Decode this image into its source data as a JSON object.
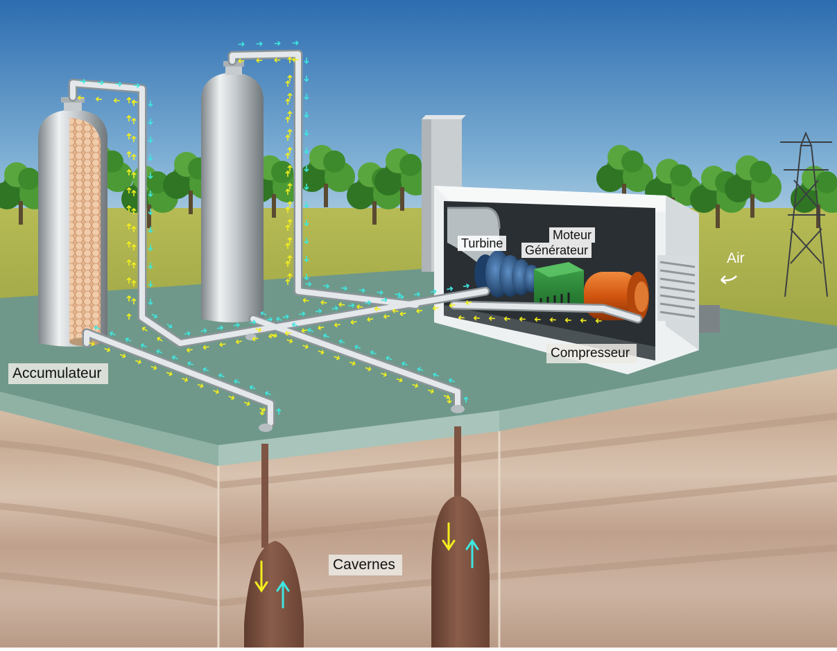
{
  "labels": {
    "accumulator": "Accumulateur",
    "turbine": "Turbine",
    "motor": "Moteur",
    "generator": "Générateur",
    "compressor": "Compresseur",
    "air": "Air",
    "caverns": "Cavernes"
  },
  "colors": {
    "sky_top": "#2f6fb3",
    "sky_bottom": "#cfe3ee",
    "grass": "#a9b24a",
    "platform": "#6f988a",
    "pipe": "#cfd4d6",
    "flow_charge": "#f2ee1f",
    "flow_discharge": "#3fe6e0",
    "cavern": "#7e5444",
    "turbine": "#1f4a78",
    "generator": "#2e8b3a",
    "compressor": "#d45a10"
  },
  "icons": {
    "flow_arrow": "arrow-icon",
    "transmission_tower": "pylon-icon"
  }
}
